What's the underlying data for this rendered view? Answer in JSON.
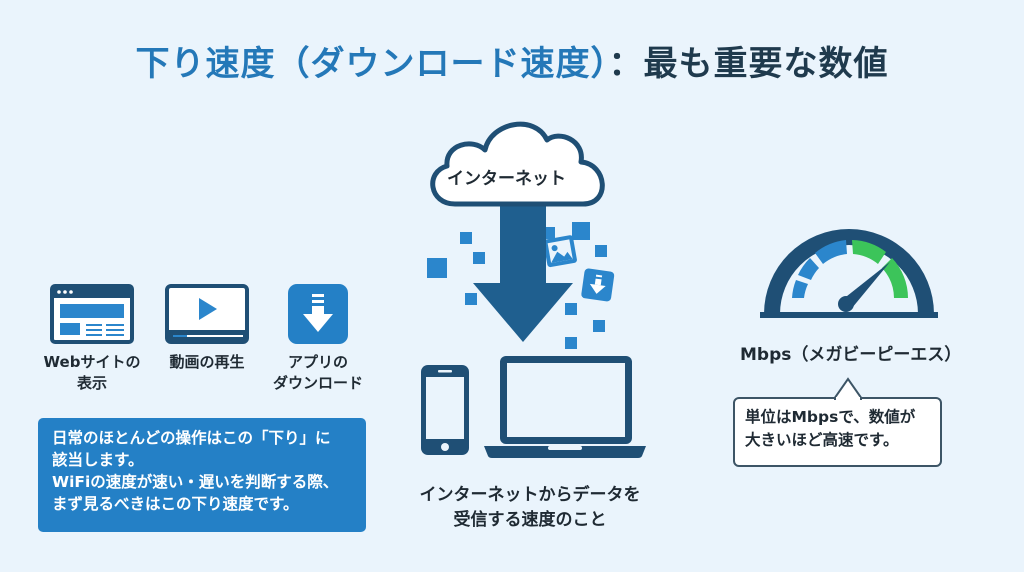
{
  "title": {
    "part1": "下り速度（ダウンロード速度）",
    "part2": "：最も重要な数値"
  },
  "colors": {
    "background": "#eaf4fc",
    "accent_blue": "#2478b8",
    "dark_navy": "#1f4f75",
    "info_box": "#2480c6",
    "gauge_green": "#3cc45a",
    "gauge_blue": "#2b86cc"
  },
  "use_cases": [
    {
      "icon": "browser-window-icon",
      "line1": "Webサイトの",
      "line2": "表示"
    },
    {
      "icon": "video-player-icon",
      "line1": "動画の再生",
      "line2": ""
    },
    {
      "icon": "app-download-icon",
      "line1": "アプリの",
      "line2": "ダウンロード"
    }
  ],
  "info_box": {
    "lines": [
      "日常のほとんどの操作はこの「下り」に",
      "該当します。",
      "WiFiの速度が速い・遅いを判断する際、",
      "まず見るべきはこの下り速度です。"
    ]
  },
  "center": {
    "cloud_label": "インターネット",
    "caption_line1": "インターネットからデータを",
    "caption_line2": "受信する速度のこと"
  },
  "gauge": {
    "label": "Mbps（メガビーピーエス）",
    "bubble_line1": "単位はMbpsで、数値が",
    "bubble_line2": "大きいほど高速です。"
  }
}
